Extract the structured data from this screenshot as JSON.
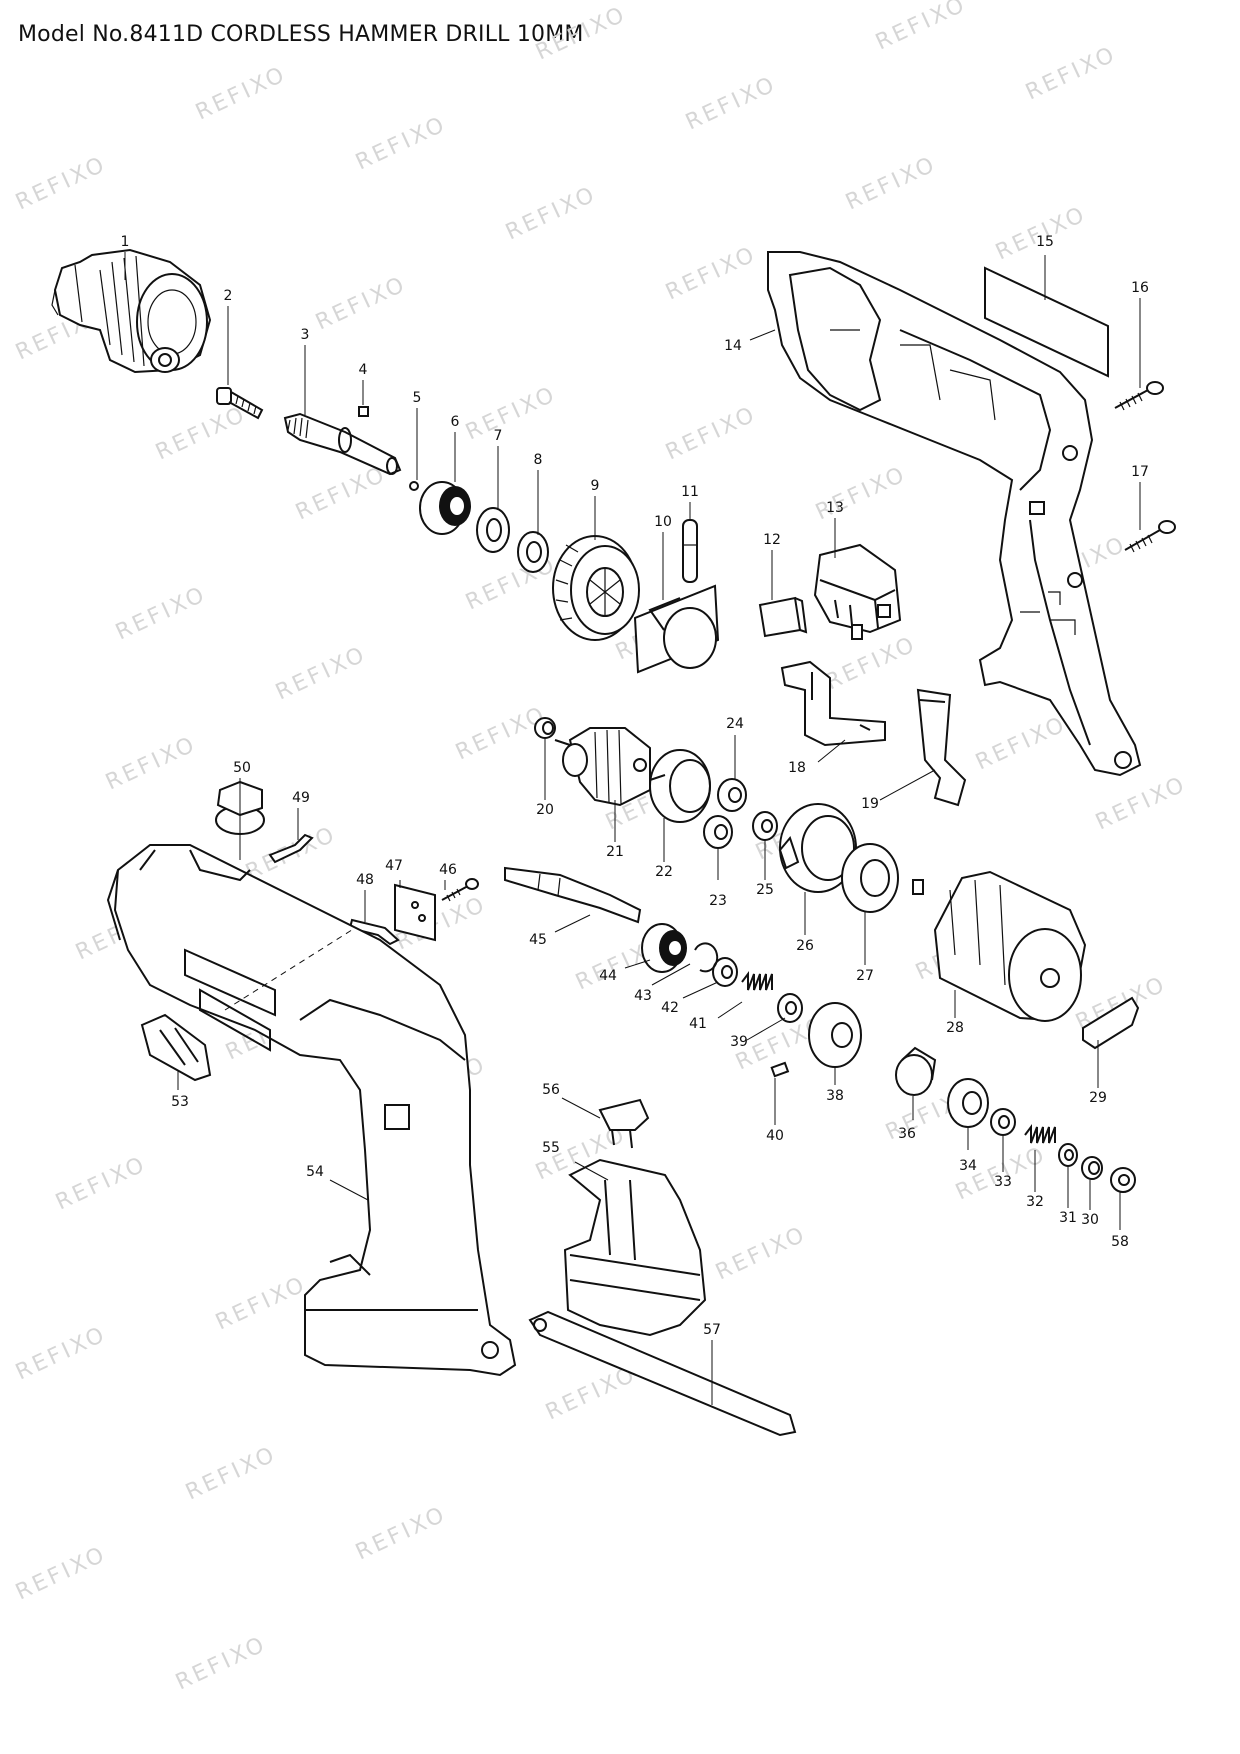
{
  "title": "Model No.8411D CORDLESS HAMMER DRILL 10MM",
  "watermark": "REFIXO",
  "parts": [
    {
      "num": "1"
    },
    {
      "num": "2"
    },
    {
      "num": "3"
    },
    {
      "num": "4"
    },
    {
      "num": "5"
    },
    {
      "num": "6"
    },
    {
      "num": "7"
    },
    {
      "num": "8"
    },
    {
      "num": "9"
    },
    {
      "num": "10"
    },
    {
      "num": "11"
    },
    {
      "num": "12"
    },
    {
      "num": "13"
    },
    {
      "num": "14"
    },
    {
      "num": "15"
    },
    {
      "num": "16"
    },
    {
      "num": "17"
    },
    {
      "num": "18"
    },
    {
      "num": "19"
    },
    {
      "num": "20"
    },
    {
      "num": "21"
    },
    {
      "num": "22"
    },
    {
      "num": "23"
    },
    {
      "num": "24"
    },
    {
      "num": "25"
    },
    {
      "num": "26"
    },
    {
      "num": "27"
    },
    {
      "num": "28"
    },
    {
      "num": "29"
    },
    {
      "num": "30"
    },
    {
      "num": "31"
    },
    {
      "num": "32"
    },
    {
      "num": "33"
    },
    {
      "num": "34"
    },
    {
      "num": "36"
    },
    {
      "num": "38"
    },
    {
      "num": "39"
    },
    {
      "num": "40"
    },
    {
      "num": "41"
    },
    {
      "num": "42"
    },
    {
      "num": "43"
    },
    {
      "num": "44"
    },
    {
      "num": "45"
    },
    {
      "num": "46"
    },
    {
      "num": "47"
    },
    {
      "num": "48"
    },
    {
      "num": "49"
    },
    {
      "num": "50"
    },
    {
      "num": "53"
    },
    {
      "num": "54"
    },
    {
      "num": "55"
    },
    {
      "num": "56"
    },
    {
      "num": "57"
    },
    {
      "num": "58"
    }
  ]
}
